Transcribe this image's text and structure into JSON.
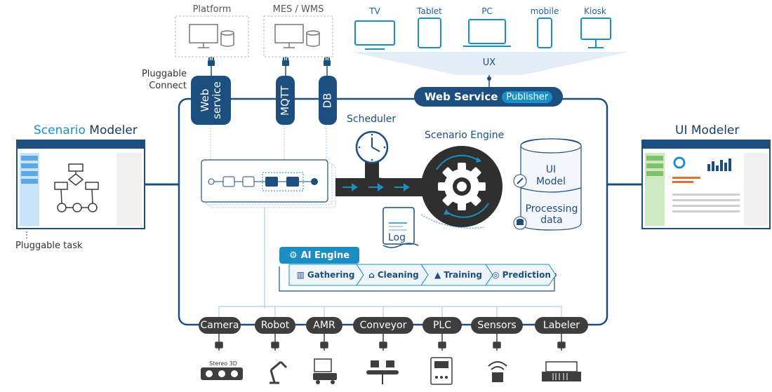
{
  "top": {
    "platform_label": "Platform",
    "mes_label": "MES / WMS",
    "devices": [
      {
        "label": "TV",
        "icon": "tv-icon"
      },
      {
        "label": "Tablet",
        "icon": "tablet-icon"
      },
      {
        "label": "PC",
        "icon": "pc-icon"
      },
      {
        "label": "mobile",
        "icon": "mobile-icon"
      },
      {
        "label": "Kiosk",
        "icon": "kiosk-icon"
      }
    ],
    "ux_label": "UX"
  },
  "left": {
    "pluggable_connect": "Pluggable\nConnect",
    "scenario_modeler_1": "Scenario",
    "scenario_modeler_2": " Modeler",
    "pluggable_task": "Pluggable task"
  },
  "right": {
    "ui_modeler_1": "UI",
    "ui_modeler_2": " Modeler"
  },
  "connectors": {
    "web_service": "Web\nservice",
    "mqtt": "MQTT",
    "db": "DB"
  },
  "publisher": {
    "title": "Web Service",
    "badge": "Publisher"
  },
  "core": {
    "scheduler": "Scheduler",
    "engine": "Scenario Engine",
    "ui_model": "UI\nModel",
    "processing_data": "Processing\ndata",
    "log": "Log"
  },
  "ai": {
    "title": "AI Engine",
    "stages": [
      {
        "label": "Gathering",
        "icon": "chart-icon"
      },
      {
        "label": "Cleaning",
        "icon": "broom-icon"
      },
      {
        "label": "Training",
        "icon": "graduation-cap-icon"
      },
      {
        "label": "Prediction",
        "icon": "target-icon"
      }
    ]
  },
  "hardware": {
    "items": [
      "Camera",
      "Robot",
      "AMR",
      "Conveyor",
      "PLC",
      "Sensors",
      "Labeler"
    ],
    "camera_caption": "Stereo 3D"
  },
  "colors": {
    "navy": "#1d4e80",
    "accent": "#1b8fc4",
    "dark": "#3e3e3e"
  }
}
